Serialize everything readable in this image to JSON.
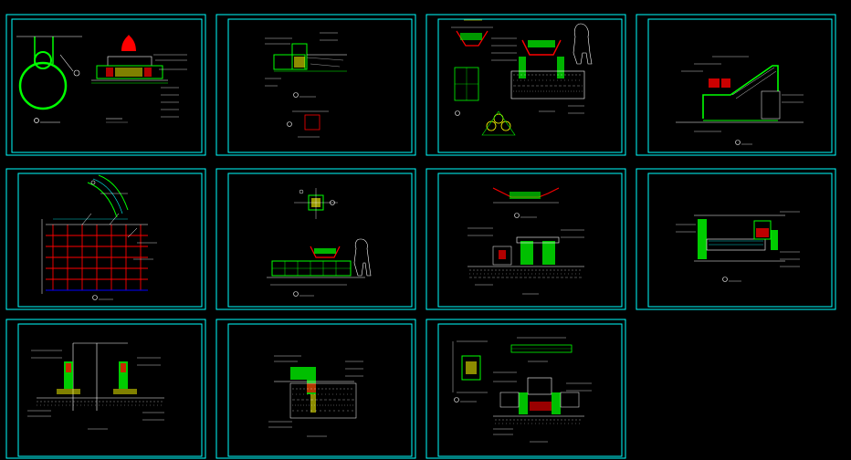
{
  "sheets": [
    {
      "id": "sheet-1",
      "title": "",
      "scale": ""
    },
    {
      "id": "sheet-2",
      "title": "",
      "scale": ""
    },
    {
      "id": "sheet-3",
      "title": "",
      "scale": ""
    },
    {
      "id": "sheet-4",
      "title": "",
      "scale": ""
    },
    {
      "id": "sheet-5",
      "title": "",
      "scale": ""
    },
    {
      "id": "sheet-6",
      "title": "",
      "scale": ""
    },
    {
      "id": "sheet-7",
      "title": "",
      "scale": ""
    },
    {
      "id": "sheet-8",
      "title": "",
      "scale": ""
    },
    {
      "id": "sheet-9",
      "title": "",
      "scale": ""
    },
    {
      "id": "sheet-10",
      "title": "",
      "scale": ""
    },
    {
      "id": "sheet-11",
      "title": "",
      "scale": ""
    }
  ],
  "colors": {
    "background": "#000000",
    "sheet_border": "#00ffff",
    "linework_primary": "#00ff00",
    "linework_secondary": "#ffffff",
    "accent_red": "#ff0000",
    "accent_yellow": "#ffff00",
    "accent_blue": "#0000ff"
  }
}
